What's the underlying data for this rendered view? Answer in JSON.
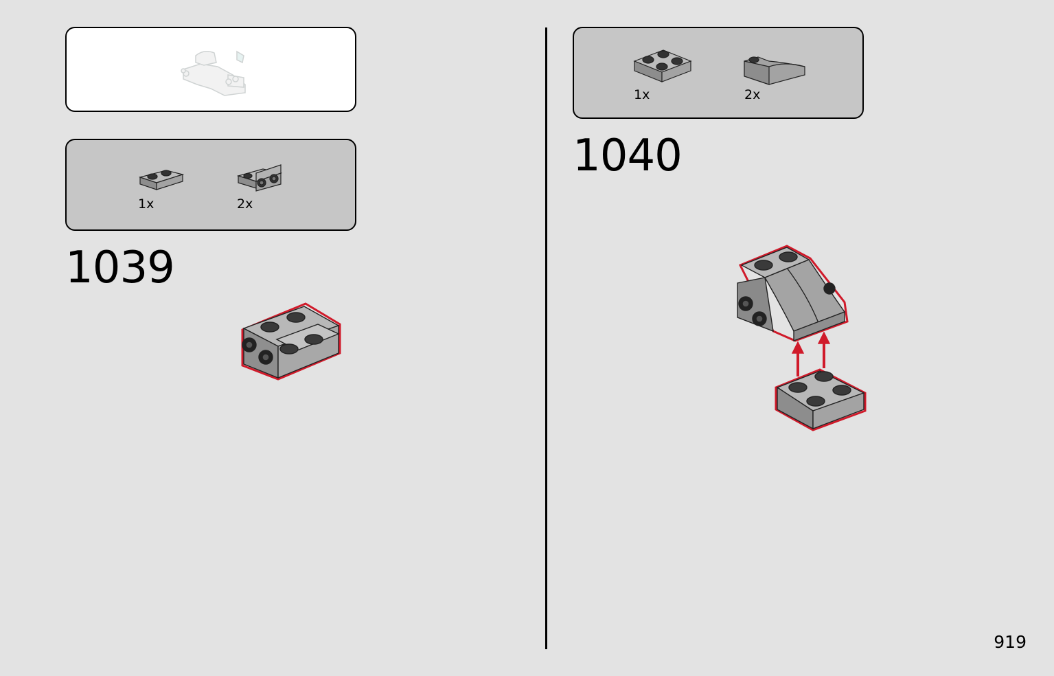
{
  "steps": [
    {
      "number": "1039",
      "parts": [
        {
          "qty": "1x",
          "icon": "plate-1x2-icon"
        },
        {
          "qty": "2x",
          "icon": "bracket-plate-1x2-icon"
        }
      ]
    },
    {
      "number": "1040",
      "parts": [
        {
          "qty": "1x",
          "icon": "plate-2x2-icon"
        },
        {
          "qty": "2x",
          "icon": "curved-slope-icon"
        }
      ]
    }
  ],
  "page_number": "919",
  "colors": {
    "background": "#e3e3e3",
    "parts_box": "#c6c6c6",
    "brick": "#a9a9a9",
    "outline_highlight": "#d01a2a",
    "arrow": "#d01a2a"
  }
}
